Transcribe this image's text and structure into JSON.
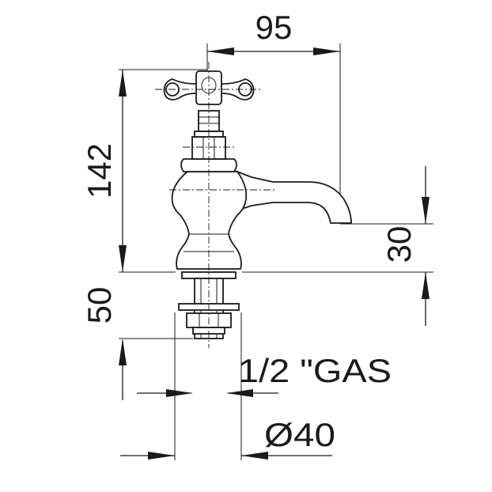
{
  "dimensions": {
    "width_spout": "95",
    "height_total": "142",
    "spout_height": "30",
    "shank_length": "50",
    "thread": "1/2 \"GAS",
    "base_diameter": "Ø40"
  }
}
